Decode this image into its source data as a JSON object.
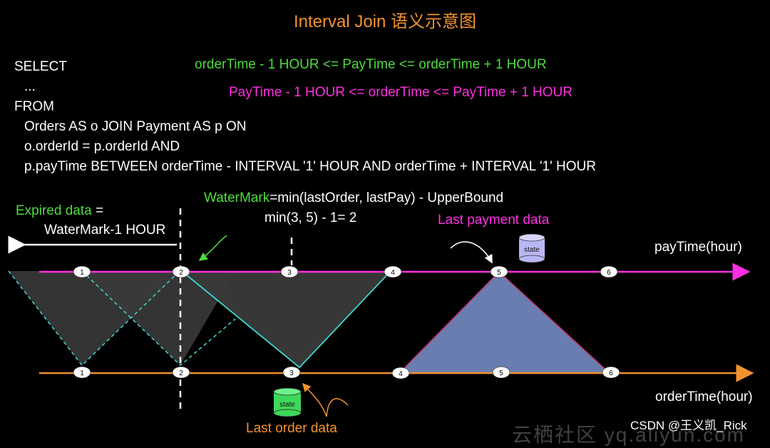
{
  "title": "Interval Join 语义示意图",
  "sql": {
    "lines": [
      "SELECT",
      "  ...",
      "FROM",
      "  Orders AS o JOIN Payment AS p ON",
      "  o.orderId = p.orderId AND",
      "  p.payTime BETWEEN orderTime - INTERVAL '1' HOUR AND  orderTime + INTERVAL '1' HOUR"
    ]
  },
  "conditions": {
    "order_condition": "orderTime - 1 HOUR <= PayTime <= orderTime + 1 HOUR",
    "pay_condition": "PayTime - 1 HOUR <= orderTime <= PayTime + 1 HOUR"
  },
  "watermark": {
    "label": "WaterMark",
    "formula": "=min(lastOrder, lastPay) - UpperBound",
    "calc": "min(3, 5) - 1= 2"
  },
  "expired": {
    "label": "Expired data",
    "eq": " =",
    "formula": "WaterMark-1 HOUR"
  },
  "timelines": {
    "pay_label": "payTime(hour)",
    "order_label": "orderTime(hour)",
    "pay_nodes": [
      "1",
      "2",
      "3",
      "4",
      "5",
      "6"
    ],
    "order_nodes": [
      "1",
      "2",
      "3",
      "4",
      "5",
      "6"
    ]
  },
  "state_labels": {
    "pay_state": "state",
    "order_state": "state"
  },
  "annotations": {
    "last_payment": "Last payment data",
    "last_order": "Last order data"
  },
  "footer": {
    "watermark_text": "CSDN @王义凯_Rick",
    "brand_text": "云栖社区 yq.aliyun.com"
  },
  "colors": {
    "background": "#000000",
    "title": "#f2922e",
    "green": "#4ddc3c",
    "magenta": "#ff2fe0",
    "orange": "#f2922e",
    "cyan": "#3fd6d0",
    "gray_region": "#3a3a3a",
    "blue_region": "#6a7db0"
  }
}
